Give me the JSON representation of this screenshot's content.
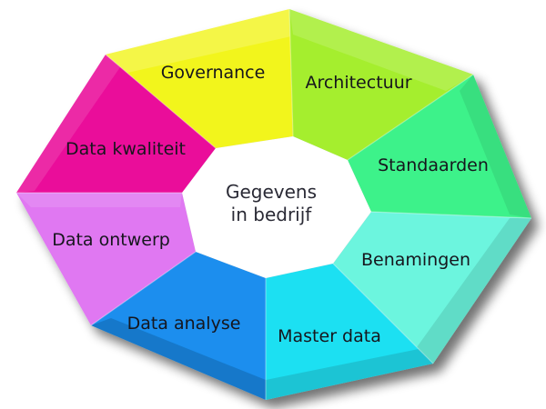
{
  "center": {
    "line1": "Gegevens",
    "line2": "in bedrijf"
  },
  "segments": [
    {
      "label": "Governance",
      "color": "#f2f51e"
    },
    {
      "label": "Architectuur",
      "color": "#a5ee2e"
    },
    {
      "label": "Standaarden",
      "color": "#3ef28a"
    },
    {
      "label": "Benamingen",
      "color": "#6cf5de"
    },
    {
      "label": "Master data",
      "color": "#1ee0f2"
    },
    {
      "label": "Data analyse",
      "color": "#1a8eee"
    },
    {
      "label": "Data ontwerp",
      "color": "#e078f2"
    },
    {
      "label": "Data kwaliteit",
      "color": "#ea0d9a"
    }
  ]
}
